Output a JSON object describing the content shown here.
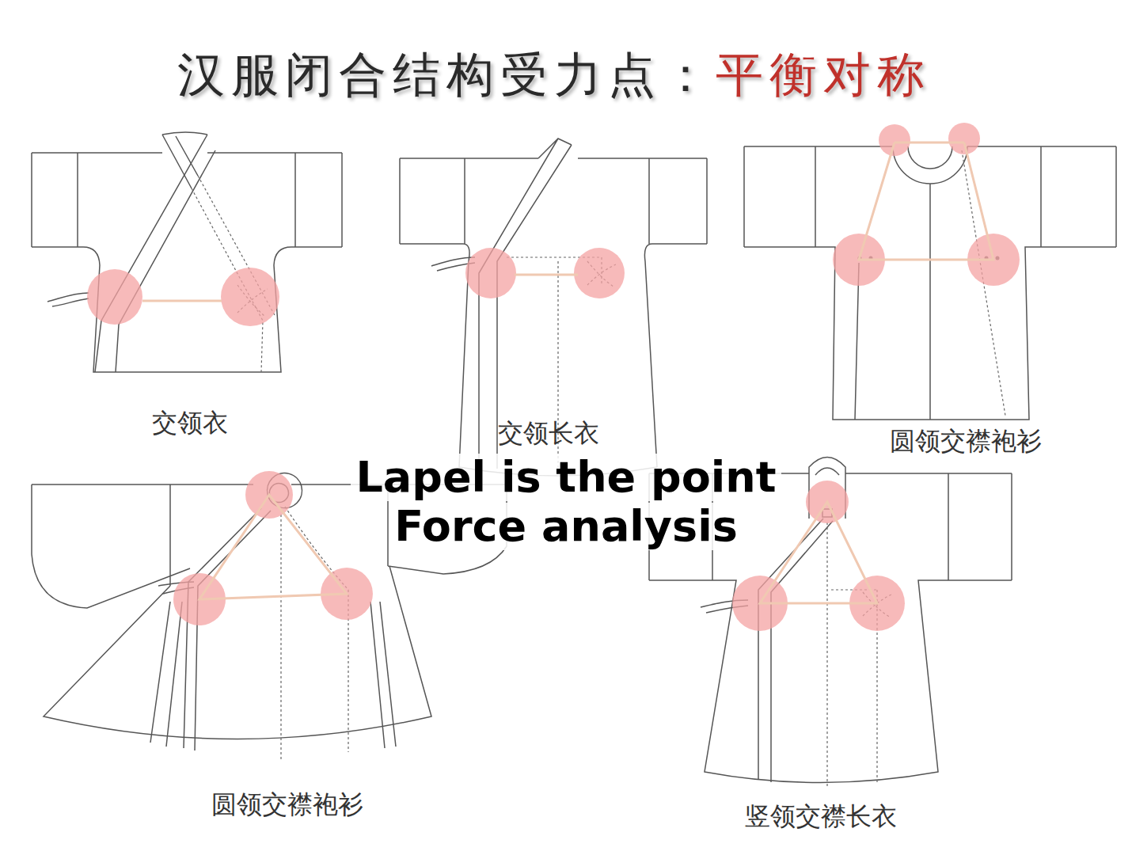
{
  "diagram": {
    "title": "汉服闭合结构受力点：",
    "labels": [
      "平衡对称",
      "Lapel is the point",
      "Force analysis",
      "交领衣",
      "交领长衣",
      "圆领交襟袍衫",
      "圆领交襟袍衫",
      "竖领交襟长衣"
    ]
  }
}
